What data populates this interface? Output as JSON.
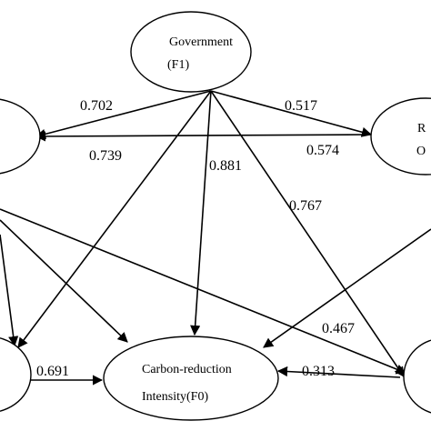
{
  "nodes": {
    "government": {
      "line1": "Government",
      "line2": "(F1)"
    },
    "left_top": {
      "line1": "",
      "line2": ""
    },
    "right_top": {
      "line1": "R",
      "line2": "O"
    },
    "left_bottom": {
      "line1": "",
      "line2": ""
    },
    "carbon": {
      "line1": "Carbon-reduction",
      "line2": "Intensity(F0)"
    },
    "right_bottom": {
      "line1": "",
      "line2": ""
    }
  },
  "coefficients": {
    "gov_to_left_top": "0.702",
    "gov_to_right_top": "0.517",
    "right_top_to_left_top": "0.574",
    "gov_to_left_bottom": "0.739",
    "gov_to_carbon": "0.881",
    "gov_to_right_bottom": "0.767",
    "left_top_to_right_bottom": "0.467",
    "left_bottom_to_carbon": "0.691",
    "right_bottom_to_carbon": "0.313"
  },
  "colors": {
    "line": "#000000",
    "background": "#ffffff"
  }
}
